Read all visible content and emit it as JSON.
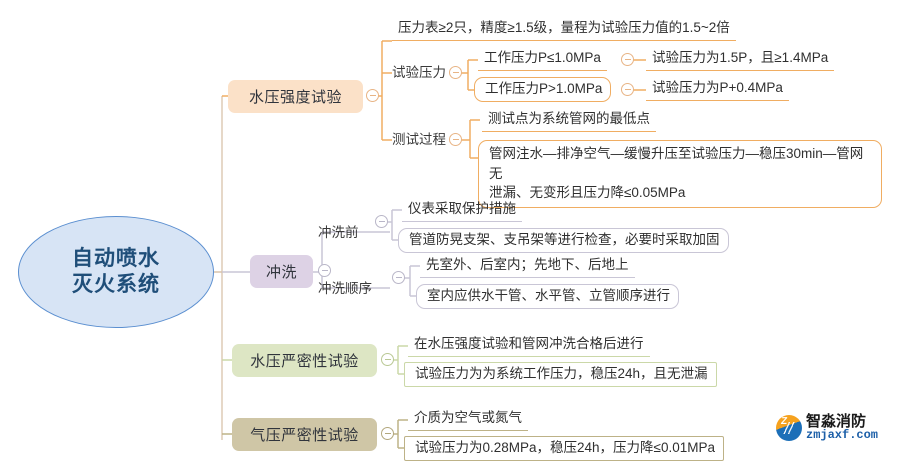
{
  "root": {
    "label": "自动喷水\n灭火系统",
    "line1": "自动喷水",
    "line2": "灭火系统"
  },
  "colors": {
    "root_fill": "#d7e4f5",
    "root_stroke": "#5b8fd0",
    "branch_orange": "#fbe1c8",
    "branch_purple": "#ddd2e5",
    "branch_green": "#dde6c4",
    "branch_khaki": "#cfc6a6",
    "line_orange": "#f0ad62",
    "line_grey": "#c9c6d6",
    "line_green": "#cbd8a8",
    "line_khaki": "#bdb287"
  },
  "branches": [
    {
      "label": "水压强度试验",
      "color": "orange",
      "leaf_top": "压力表≥2只，精度≥1.5级，量程为试验压力值的1.5~2倍",
      "sub": [
        {
          "label": "试验压力",
          "rows": [
            {
              "cond": "工作压力P≤1.0MPa",
              "result": "试验压力为1.5P，且≥1.4MPa"
            },
            {
              "cond": "工作压力P>1.0MPa",
              "result": "试验压力为P+0.4MPa"
            }
          ]
        },
        {
          "label": "测试过程",
          "leaf_top": "测试点为系统管网的最低点",
          "leaf_box_line1": "管网注水—排净空气—缓慢升压至试验压力—稳压30min—管网无",
          "leaf_box_line2": "泄漏、无变形且压力降≤0.05MPa"
        }
      ]
    },
    {
      "label": "冲洗",
      "color": "purple",
      "sub": [
        {
          "label": "冲洗前",
          "leaf_top": "仪表采取保护措施",
          "leaf_box": "管道防晃支架、支吊架等进行检查，必要时采取加固"
        },
        {
          "label": "冲洗顺序",
          "leaf_top": "先室外、后室内；先地下、后地上",
          "leaf_box": "室内应供水干管、水平管、立管顺序进行"
        }
      ]
    },
    {
      "label": "水压严密性试验",
      "color": "green",
      "leaf_top": "在水压强度试验和管网冲洗合格后进行",
      "leaf_box": "试验压力为为系统工作压力，稳压24h，且无泄漏"
    },
    {
      "label": "气压严密性试验",
      "color": "khaki",
      "leaf_top": "介质为空气或氮气",
      "leaf_box": "试验压力为0.28MPa，稳压24h，压力降≤0.01MPa"
    }
  ],
  "toggle_icon": "minus-circle-icon",
  "watermark": {
    "cn": "智淼消防",
    "en": "zmjaxf.com",
    "mark_text": "Z"
  }
}
